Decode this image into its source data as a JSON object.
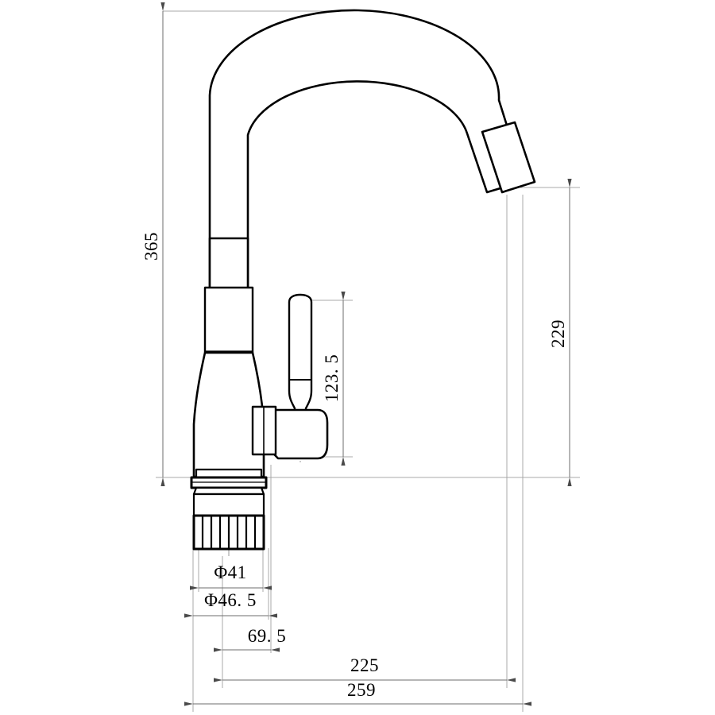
{
  "drawing": {
    "type": "engineering-dimension-drawing",
    "subject": "kitchen-faucet-gooseneck-side-elevation",
    "units": "mm",
    "background_color": "#ffffff",
    "outline_color": "#000000",
    "dimension_line_color": "#808080",
    "centerline_color": "#999999"
  },
  "dimensions": {
    "overall_height": {
      "label": "365",
      "orientation": "vertical",
      "position": "left"
    },
    "spout_outlet_height": {
      "label": "229",
      "orientation": "vertical",
      "position": "right"
    },
    "handle_height": {
      "label": "123. 5",
      "orientation": "vertical",
      "position": "center-right"
    },
    "base_inner_diameter": {
      "label": "Φ41",
      "orientation": "horizontal",
      "position": "bottom"
    },
    "base_outer_diameter": {
      "label": "Φ46. 5",
      "orientation": "horizontal",
      "position": "bottom"
    },
    "base_to_handle_reach": {
      "label": "69. 5",
      "orientation": "horizontal",
      "position": "bottom"
    },
    "spout_reach": {
      "label": "225",
      "orientation": "horizontal",
      "position": "bottom"
    },
    "overall_width": {
      "label": "259",
      "orientation": "horizontal",
      "position": "bottom"
    }
  }
}
